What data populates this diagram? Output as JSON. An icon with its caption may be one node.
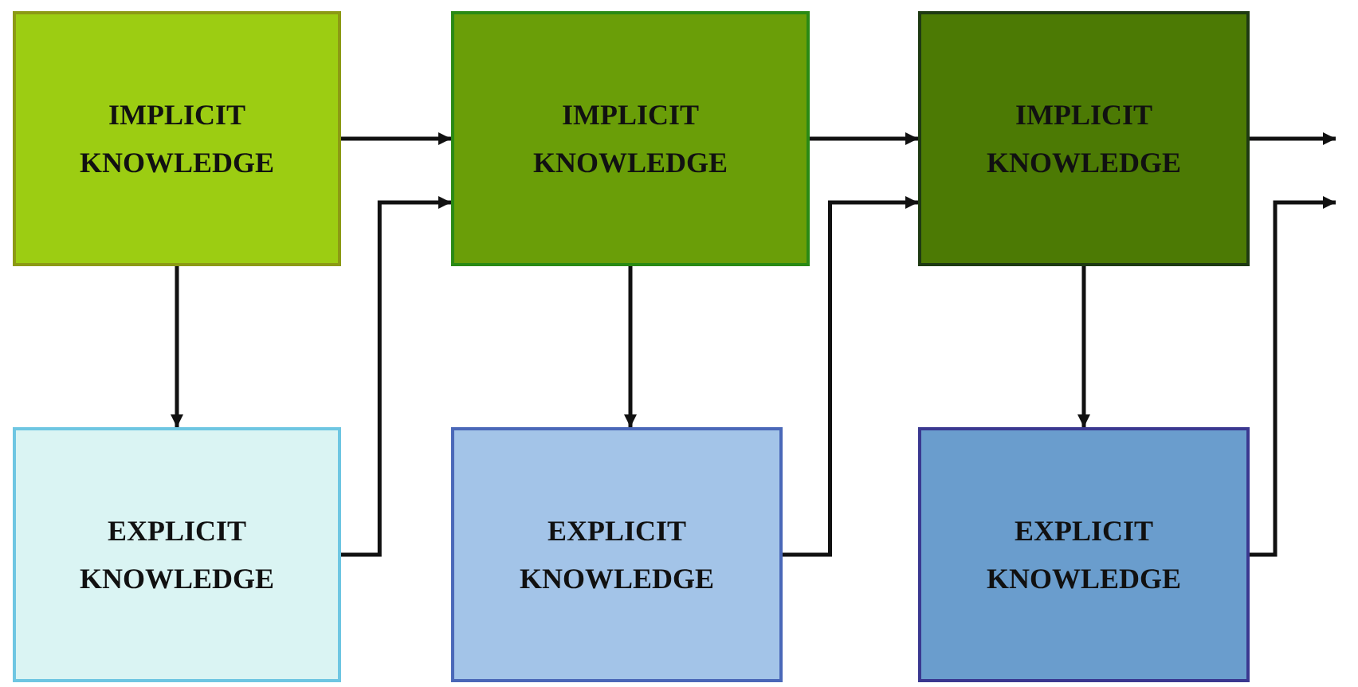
{
  "diagram": {
    "nodes": [
      {
        "text": [
          "IMPLICIT KNOWLEDGE"
        ]
      },
      {
        "text": [
          "EXPLICIT KNOWLEDGE"
        ]
      },
      {
        "text": [
          "IMPLICIT KNOWLEDGE"
        ]
      },
      {
        "text": [
          "EXPLICIT KNOWLEDGE"
        ]
      },
      {
        "text": [
          "IMPLICIT KNOWLEDGE"
        ]
      },
      {
        "text": [
          "EXPLICIT KNOWLEDGE"
        ]
      }
    ],
    "edges": [
      {
        "from": 0,
        "to": 2,
        "arrow": "to"
      },
      {
        "from": 0,
        "to": 1,
        "arrow": "to"
      },
      {
        "from": 1,
        "to": 2,
        "arrow": "to"
      },
      {
        "from": 2,
        "to": 3,
        "arrow": "to"
      },
      {
        "from": 2,
        "to": 4,
        "arrow": "to"
      },
      {
        "from": 3,
        "to": 4,
        "arrow": "to"
      },
      {
        "from": 4,
        "to": null,
        "arrow": "to"
      },
      {
        "from": 4,
        "to": 5,
        "arrow": "to"
      },
      {
        "from": 5,
        "to": null,
        "arrow": "to"
      }
    ]
  }
}
